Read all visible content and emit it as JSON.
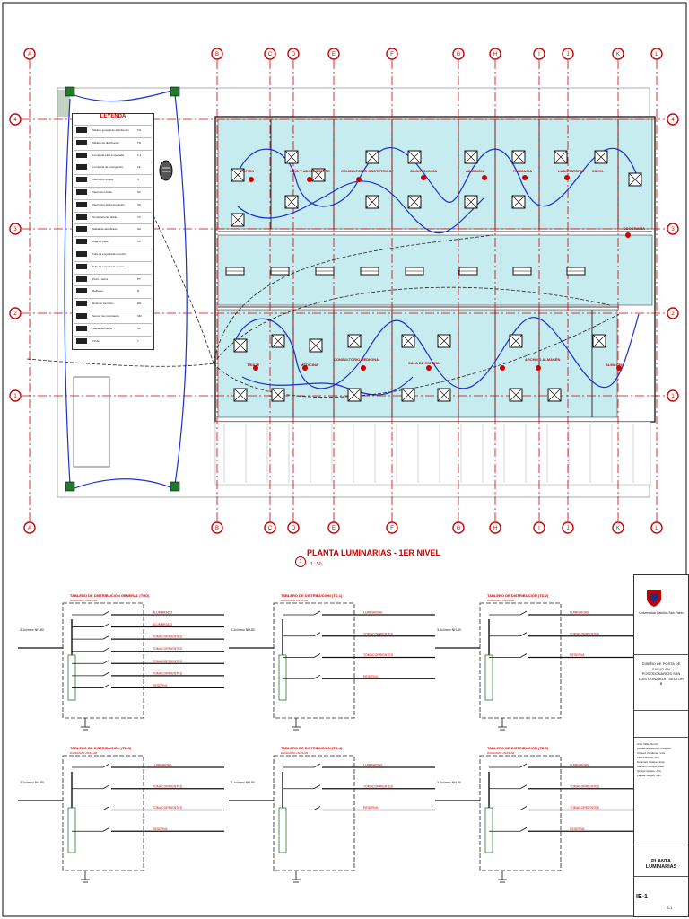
{
  "plan": {
    "title": "PLANTA LUMINARIAS - 1ER NIVEL",
    "scale": "1 : 50",
    "view_badge": "1"
  },
  "grid": {
    "columns": [
      "A",
      "B",
      "C",
      "D",
      "E",
      "F",
      "G",
      "H",
      "I",
      "J",
      "K",
      "L"
    ],
    "rows": [
      "4",
      "3",
      "2",
      "1"
    ]
  },
  "legend": {
    "title": "LEYENDA",
    "rows": [
      {
        "desc": "Tablero general de distribución",
        "code": "TG"
      },
      {
        "desc": "Tablero de distribución",
        "code": "TD"
      },
      {
        "desc": "Luminaria LED empotrada",
        "code": "L-1"
      },
      {
        "desc": "Luminaria de emergencia",
        "code": "LE"
      },
      {
        "desc": "Interruptor simple",
        "code": "S"
      },
      {
        "desc": "Interruptor doble",
        "code": "S2"
      },
      {
        "desc": "Interruptor de conmutación",
        "code": "S3"
      },
      {
        "desc": "Tomacorriente doble",
        "code": "TC"
      },
      {
        "desc": "Salida de alumbrado",
        "code": "SA"
      },
      {
        "desc": "Caja de pase",
        "code": "CP"
      },
      {
        "desc": "Tubería empotrada en techo",
        "code": ""
      },
      {
        "desc": "Tubería empotrada en piso",
        "code": ""
      },
      {
        "desc": "Pozo a tierra",
        "code": "PT"
      },
      {
        "desc": "Reflector",
        "code": "R"
      },
      {
        "desc": "Detector de humo",
        "code": "DH"
      },
      {
        "desc": "Sensor de movimiento",
        "code": "SM"
      },
      {
        "desc": "Salida de fuerza",
        "code": "SF"
      },
      {
        "desc": "Timbre",
        "code": "T"
      }
    ]
  },
  "rooms_top": [
    "TÓPICO",
    "NIÑO Y ADOLESCENTE",
    "CONSULTORIO OBSTÉTRICO",
    "ODONTOLOGÍA",
    "ADMISIÓN",
    "FARMACIA",
    "LABORATORIO",
    "SS.HH.",
    "ECOGRAFÍA"
  ],
  "rooms_bottom": [
    "TRIAJE",
    "MEDICINA",
    "CONSULTORIO MEDICINA",
    "SALA DE ESPERA",
    "ARCHIVO ALMACÉN",
    "ALMACÉN"
  ],
  "panels": [
    {
      "title": "TABLERO DE DISTRIBUCIÓN GENERAL (TGD)",
      "sub": "DIAGRAMA UNIFILAR",
      "feeder": "3-1x4mm² NH-80",
      "circuits": [
        "ALUMBRADO",
        "ALUMBRADO",
        "TOMACORRIENTES",
        "TOMACORRIENTES",
        "TOMACORRIENTES",
        "TOMACORRIENTES",
        "RESERVA"
      ]
    },
    {
      "title": "TABLERO DE DISTRIBUCIÓN (TD-1)",
      "sub": "DIAGRAMA UNIFILAR",
      "feeder": "3-1x4mm² NH-80",
      "circuits": [
        "LUMINARIAS",
        "TOMACORRIENTES",
        "TOMACORRIENTES",
        "RESERVA"
      ]
    },
    {
      "title": "TABLERO DE DISTRIBUCIÓN (TD-2)",
      "sub": "DIAGRAMA UNIFILAR",
      "feeder": "3-1x4mm² NH-80",
      "circuits": [
        "LUMINARIAS",
        "TOMACORRIENTES",
        "RESERVA"
      ]
    },
    {
      "title": "TABLERO DE DISTRIBUCIÓN (TD-3)",
      "sub": "DIAGRAMA UNIFILAR",
      "feeder": "3-1x4mm² NH-80",
      "circuits": [
        "LUMINARIAS",
        "TOMACORRIENTES",
        "TOMACORRIENTES",
        "RESERVA"
      ]
    },
    {
      "title": "TABLERO DE DISTRIBUCIÓN (TD-4)",
      "sub": "DIAGRAMA UNIFILAR",
      "feeder": "3-1x4mm² NH-80",
      "circuits": [
        "LUMINARIAS",
        "TOMACORRIENTES",
        "RESERVA"
      ]
    },
    {
      "title": "TABLERO DE DISTRIBUCIÓN (TD-5)",
      "sub": "DIAGRAMA UNIFILAR",
      "feeder": "3-1x4mm² NH-80",
      "circuits": [
        "LUMINARIAS",
        "TOMACORRIENTES",
        "TOMACORRIENTES",
        "RESERVA"
      ]
    }
  ],
  "title_block": {
    "university": "Universidad Católica San Pablo",
    "project": "DISEÑO DE POSTA DE SALUD EN POSESIONARIOS SAN LUIS GONZAGA - SECTOR B",
    "team": [
      "Arce Villar, Renzo",
      "Benavides Alarcón, Milagros",
      "Chávez Cardenas, Luis",
      "Flores Roque, Flor",
      "Huamaní Quispe, José",
      "Mamani Choque, Raúl",
      "Quispe Quispe, Ana",
      "Zapata Vargas, Iván"
    ],
    "sheet_title": "PLANTA LUMINARIAS",
    "sheet_code": "IE-1",
    "sheet_num": "A-1"
  },
  "colors": {
    "red": "#d00000",
    "blue": "#1a2fd0",
    "teal": "#c6ecef",
    "line": "#333333"
  }
}
